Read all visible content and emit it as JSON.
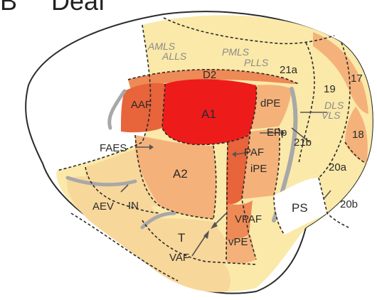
{
  "panel": {
    "letter": "B",
    "title": "Deaf"
  },
  "colors": {
    "pale_yellow": "#fbe9a9",
    "light_yellow": "#f8d79b",
    "light_orange": "#f4b27a",
    "mid_orange": "#ee8a55",
    "orange_red": "#e8643a",
    "red": "#ee1b1b",
    "sulcus_grey": "#a8a8a8",
    "outline": "#2b2b2b"
  },
  "areas": {
    "a1": "A1",
    "aaf": "AAF",
    "d2": "D2",
    "dpe": "dPE",
    "epp": "EPp",
    "paf": "PAF",
    "ipe": "iPE",
    "a2": "A2",
    "faes": "FAES",
    "in": "IN",
    "aev": "AEV",
    "t": "T",
    "vaf": "VAF",
    "vpaf": "VPAF",
    "vpe": "vPE",
    "ps": "PS",
    "a19": "19",
    "a21a": "21a",
    "a21b": "21b",
    "a17": "17",
    "a18": "18",
    "a20a": "20a",
    "a20b": "20b",
    "amls": "AMLS",
    "alls": "ALLS",
    "pmls": "PMLS",
    "plls": "PLLS",
    "dls": "DLS",
    "vls": "VLS"
  }
}
